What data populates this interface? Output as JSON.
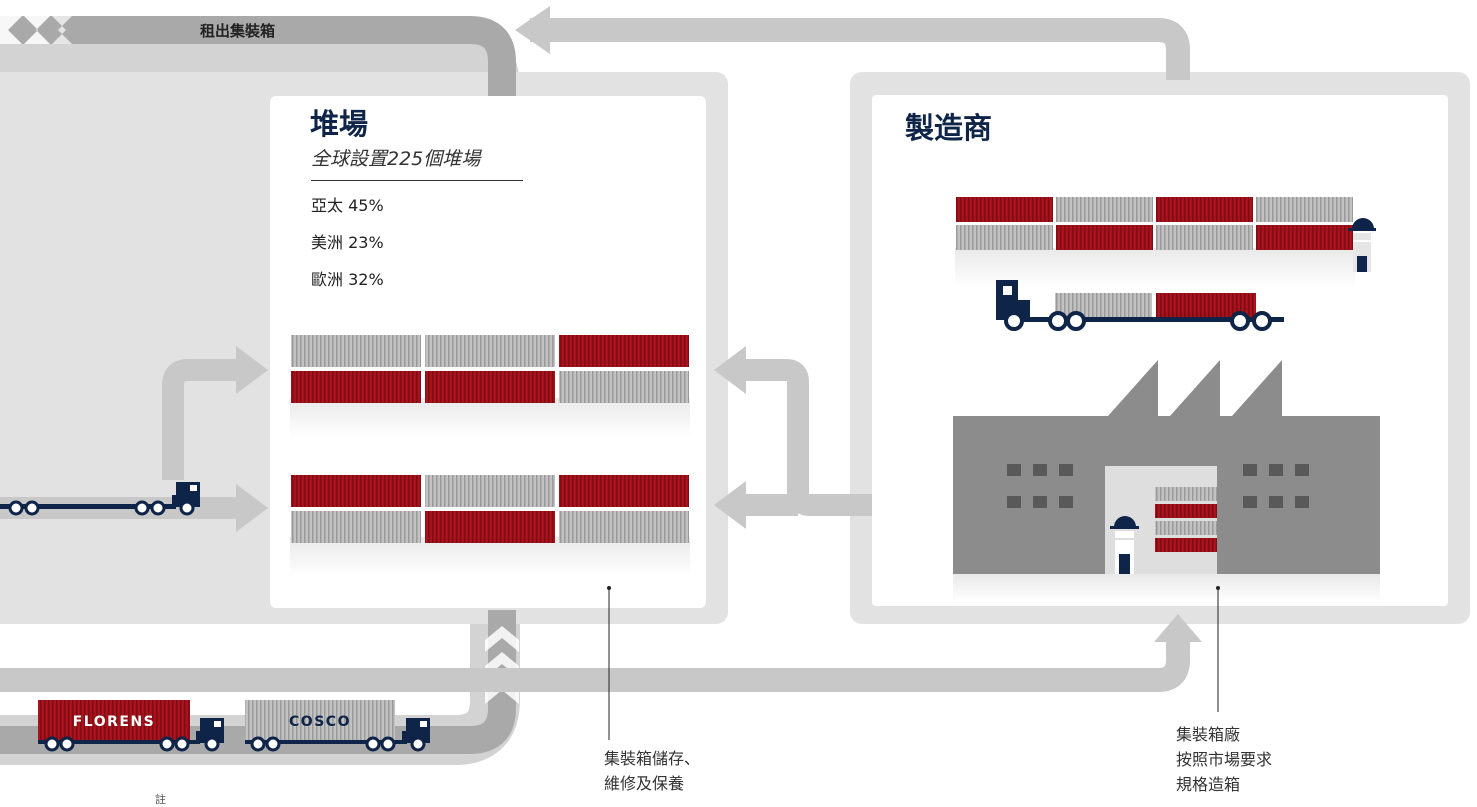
{
  "lease_out_label": "租出集裝箱",
  "depot": {
    "title": "堆場",
    "subtitle": "全球設置225個堆場",
    "regions": [
      {
        "label": "亞太 45%",
        "share": 45
      },
      {
        "label": "美洲 23%",
        "share": 23
      },
      {
        "label": "歐洲 32%",
        "share": 32
      }
    ],
    "note_lines": [
      "集裝箱儲存、",
      "維修及保養"
    ]
  },
  "manufacturer": {
    "title": "製造商",
    "note_lines": [
      "集裝箱廠",
      "按照市場要求",
      "規格造箱"
    ]
  },
  "trucks": [
    {
      "brand": "FLORENS"
    },
    {
      "brand": "COSCO"
    }
  ],
  "footnote": "註",
  "colors": {
    "navy": "#0e2448",
    "container_red": "#a8121d",
    "container_grey": "#b9b9b9",
    "flow_arrow": "#c8c8c8",
    "panel_border": "#e2e2e2",
    "factory": "#8c8c8c"
  }
}
